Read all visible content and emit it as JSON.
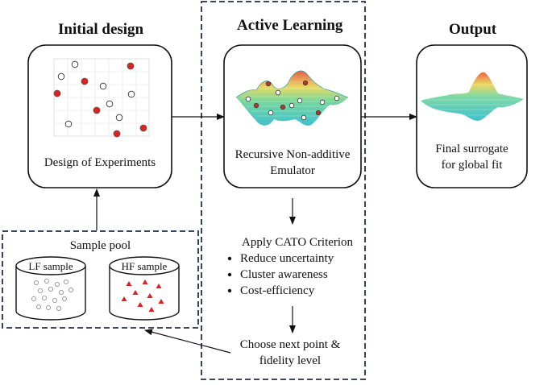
{
  "columns": {
    "initial": {
      "title": "Initial design",
      "box_label": "Design of Experiments"
    },
    "active": {
      "title": "Active Learning",
      "box_label_1": "Recursive Non-additive",
      "box_label_2": "Emulator",
      "criterion_title": "Apply CATO Criterion",
      "bullets": [
        "Reduce uncertainty",
        "Cluster awareness",
        "Cost-efficiency"
      ],
      "next_1": "Choose next point &",
      "next_2": "fidelity level"
    },
    "output": {
      "title": "Output",
      "box_label_1": "Final surrogate",
      "box_label_2": "for global fit"
    }
  },
  "pool": {
    "title": "Sample pool",
    "lf_label": "LF sample",
    "hf_label": "HF sample"
  },
  "colors": {
    "dashed_border": "#1f2f4f",
    "hf_marker": "#e0201f",
    "lf_marker": "#8a8a8a",
    "surface_low": "#2ec4c4",
    "surface_mid": "#d6dc4a",
    "surface_high": "#e8402a"
  }
}
